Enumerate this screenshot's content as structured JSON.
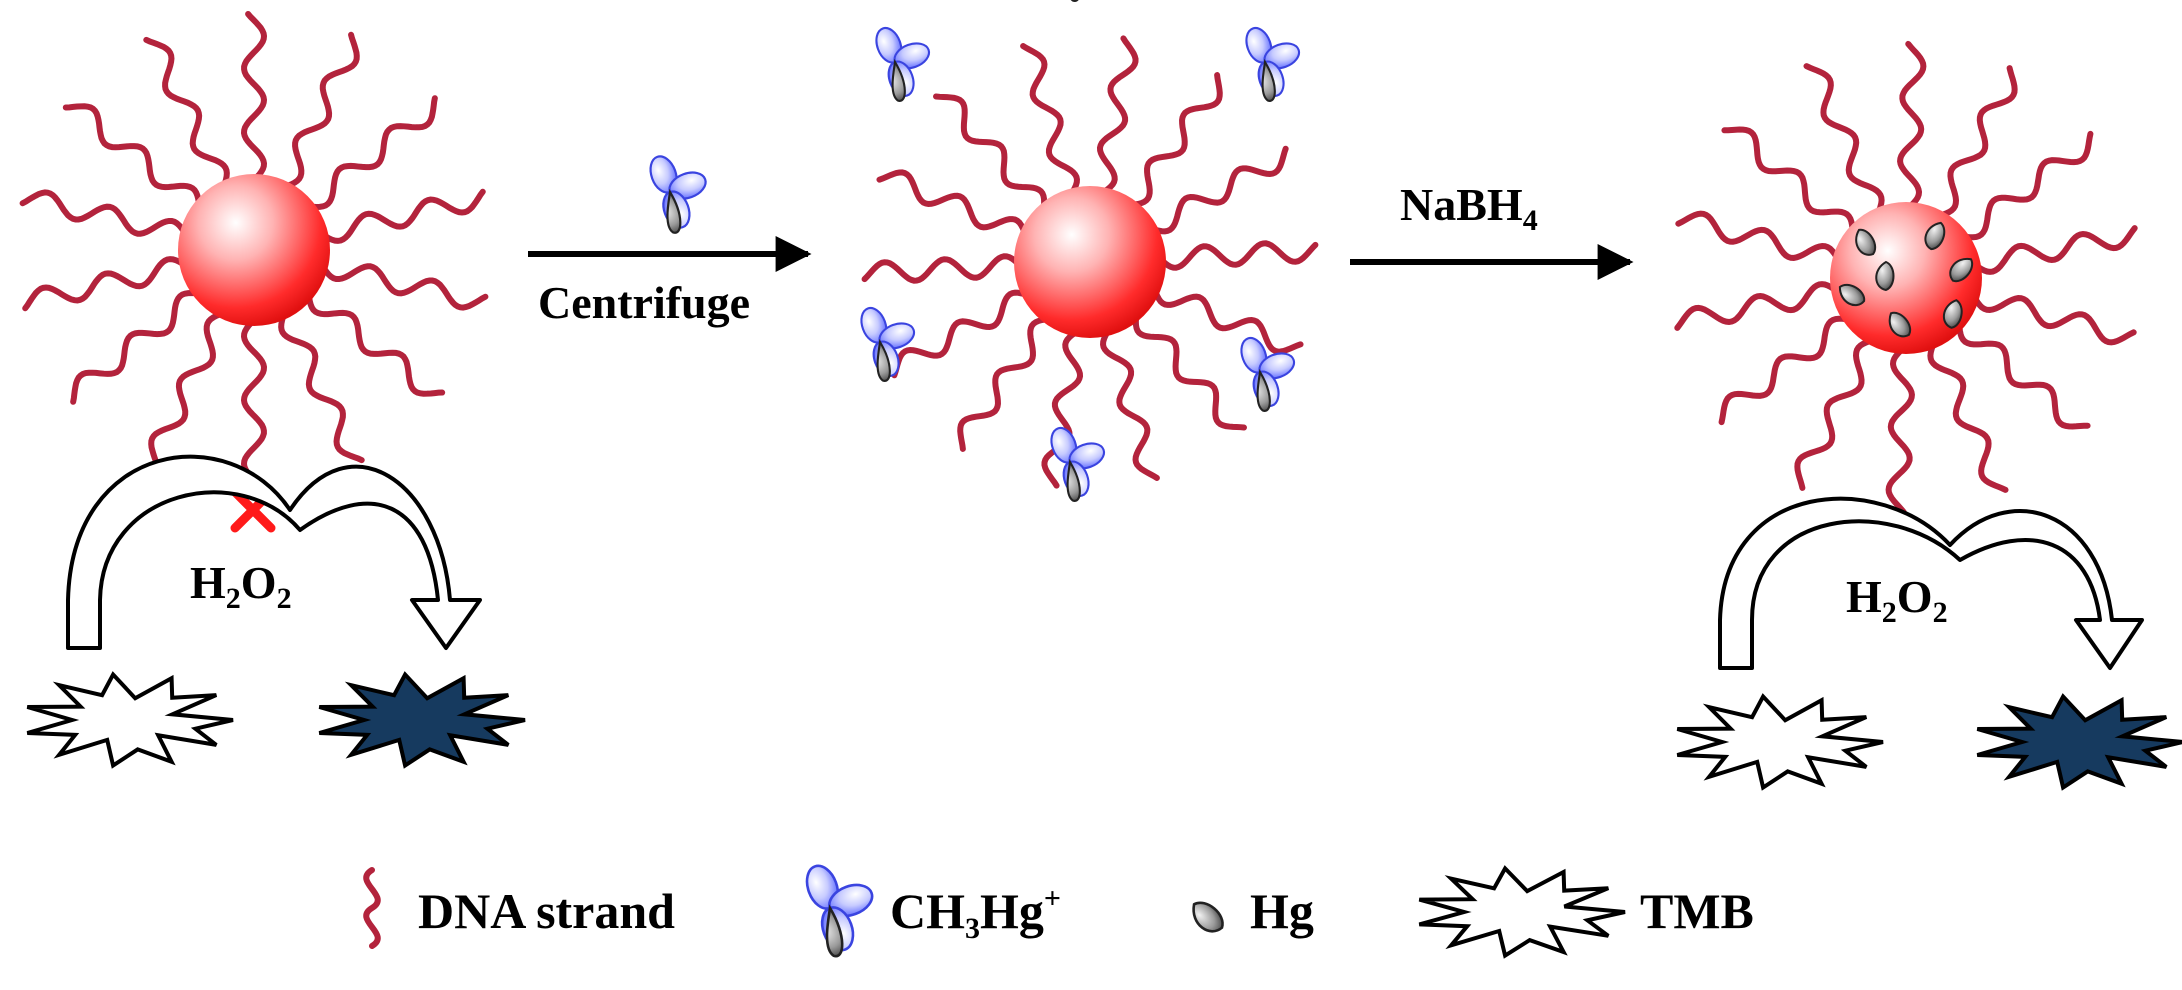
{
  "labels": {
    "step1_arrow": "Centrifuge",
    "step2_arrow_main": "NaBH",
    "step2_arrow_sub": "4",
    "h2o2_left": {
      "h": "H",
      "s1": "2",
      "o": "O",
      "s2": "2"
    },
    "h2o2_right": {
      "h": "H",
      "s1": "2",
      "o": "O",
      "s2": "2"
    }
  },
  "legend": {
    "dna": "DNA strand",
    "mehg_a": "CH",
    "mehg_sub": "3",
    "mehg_b": "Hg",
    "mehg_sup": "+",
    "hg": "Hg",
    "tmb": "TMB"
  },
  "colors": {
    "dna": "#b3233c",
    "particle": "#ff2b2b",
    "mehg_lobe": "#7a86ff",
    "hg_drop": "#7a7a7a",
    "oxidized_tmb": "#163a5f",
    "block_mark": "#ff1a1a"
  }
}
